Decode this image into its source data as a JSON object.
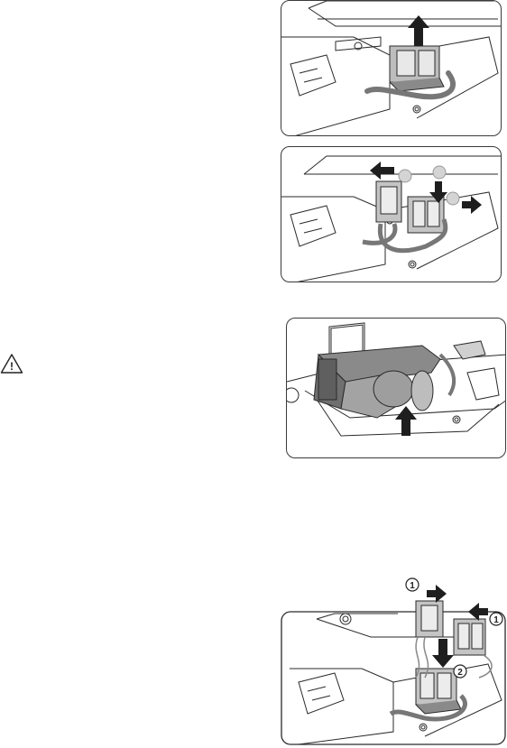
{
  "figures": [
    {
      "id": "fig-1",
      "step_marks": []
    },
    {
      "id": "fig-2",
      "step_marks": []
    },
    {
      "id": "fig-3",
      "step_marks": []
    },
    {
      "id": "fig-4",
      "step_marks": [
        "1",
        "1",
        "2"
      ]
    }
  ],
  "warning": {
    "icon": "caution-triangle-icon",
    "symbol": "!"
  },
  "colors": {
    "line": "#2a2a2a",
    "shade": "#9a9a9a",
    "dark": "#5a5a5a",
    "arrow": "#1e1e1e"
  }
}
